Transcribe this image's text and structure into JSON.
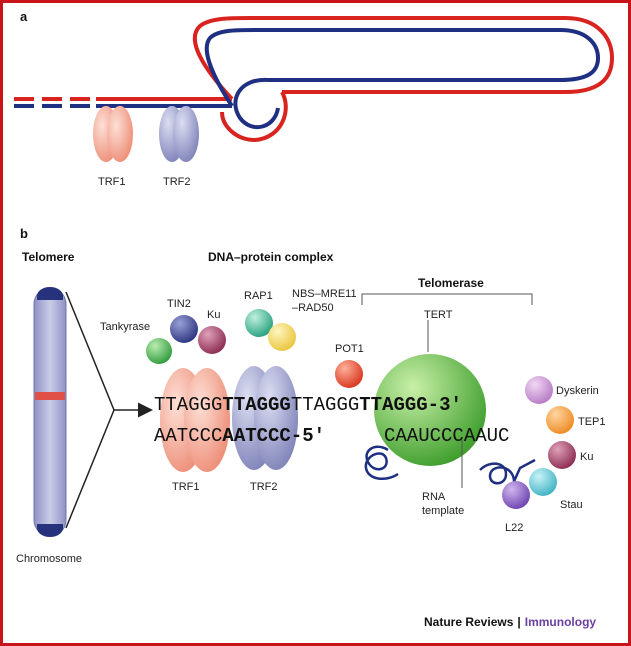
{
  "colors": {
    "frame": "#c8151b",
    "dna_red": "#d8231f",
    "dna_blue": "#1f2f82",
    "trf1": "#f3a38f",
    "trf2": "#9c9fcc",
    "telomerase": "#5fbf3f",
    "chromosome": "#a9add6",
    "journal_accent": "#6b3fa0"
  },
  "panel_a": {
    "letter": "a",
    "trf1_label": "TRF1",
    "trf2_label": "TRF2"
  },
  "panel_b": {
    "letter": "b",
    "telomere_title": "Telomere",
    "complex_title": "DNA–protein complex",
    "telomerase_title": "Telomerase",
    "chromosome_label": "Chromosome",
    "proteins": {
      "tankyrase": "Tankyrase",
      "tin2": "TIN2",
      "ku_left": "Ku",
      "rap1": "RAP1",
      "nbs_line1": "NBS–MRE11",
      "nbs_line2": "–RAD50",
      "pot1": "POT1",
      "tert": "TERT",
      "dyskerin": "Dyskerin",
      "tep1": "TEP1",
      "ku_right": "Ku",
      "stau": "Stau",
      "l22": "L22",
      "trf1": "TRF1",
      "trf2": "TRF2",
      "rna_template_line1": "RNA",
      "rna_template_line2": "template"
    },
    "top_strand": [
      "TTAGGG",
      "TTAGGG",
      "TTAGGG",
      "TTAGGG-3'"
    ],
    "bottom_strand": [
      "AATCCC",
      "AATCCC-5'"
    ],
    "rna_sequence": "CAAUCCCAAUC"
  },
  "credit": {
    "journal": "Nature Reviews",
    "separator": "|",
    "section": "Immunology"
  }
}
